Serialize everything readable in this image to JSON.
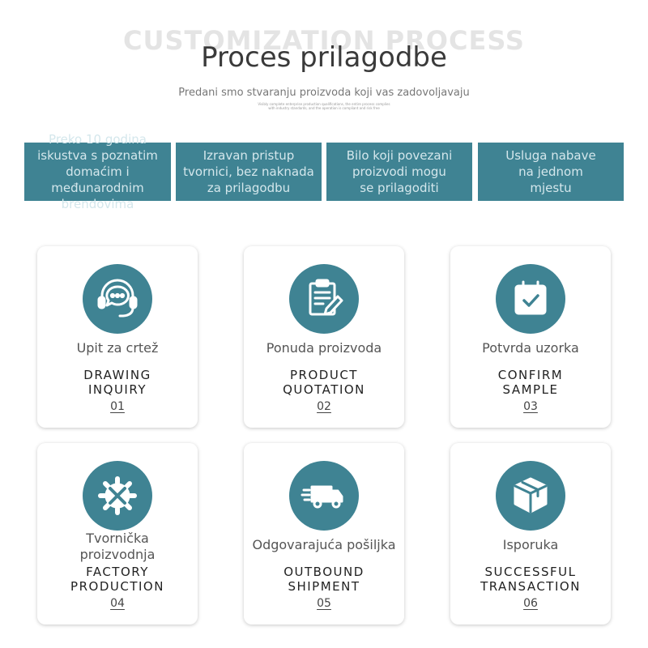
{
  "header": {
    "bg_title": "CUSTOMIZATION PROCESS",
    "title": "Proces prilagodbe",
    "subtitle": "Predani smo stvaranju proizvoda koji vas zadovoljavaju",
    "fine_print_1": "Visibly complete enterprise production qualifications, the entire process complies",
    "fine_print_2": "with industry standards, and the operation is compliant and risk free"
  },
  "banners": [
    {
      "lines": [
        "Preko 10 godina",
        "iskustva s poznatim",
        "domaćim i",
        "međunarodnim",
        "brendovima"
      ]
    },
    {
      "lines": [
        "Izravan pristup",
        "tvornici, bez naknada",
        "za prilagodbu"
      ]
    },
    {
      "lines": [
        "Bilo koji povezani",
        "proizvodi mogu",
        "se prilagoditi"
      ]
    },
    {
      "lines": [
        "Usluga nabave",
        "na jednom",
        "mjestu"
      ]
    }
  ],
  "steps": [
    {
      "icon": "headset-chat-icon",
      "local": "Upit za crtež",
      "en_1": "DRAWING",
      "en_2": "INQUIRY",
      "num": "01"
    },
    {
      "icon": "clipboard-pencil-icon",
      "local": "Ponuda proizvoda",
      "en_1": "PRODUCT",
      "en_2": "QUOTATION",
      "num": "02"
    },
    {
      "icon": "calendar-check-icon",
      "local": "Potvrda uzorka",
      "en_1": "CONFIRM",
      "en_2": "SAMPLE",
      "num": "03"
    },
    {
      "icon": "gear-wrench-icon",
      "local_1": "Tvornička",
      "local_2": "proizvodnja",
      "en_1": "FACTORY",
      "en_2": "PRODUCTION",
      "num": "04"
    },
    {
      "icon": "delivery-truck-icon",
      "local": "Odgovarajuća pošiljka",
      "en_1": "OUTBOUND",
      "en_2": "SHIPMENT",
      "num": "05"
    },
    {
      "icon": "package-box-icon",
      "local": "Isporuka",
      "en_1": "SUCCESSFUL",
      "en_2": "TRANSACTION",
      "num": "06"
    }
  ],
  "colors": {
    "accent": "#3f8393",
    "banner_text": "#d4e7ec"
  }
}
